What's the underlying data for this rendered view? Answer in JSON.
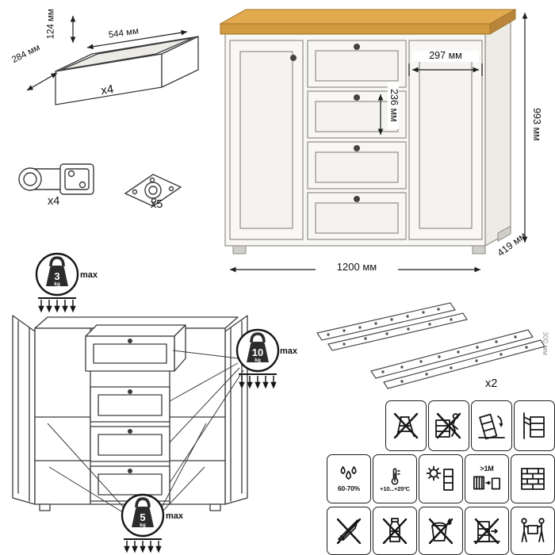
{
  "drawer_box": {
    "count": "x4",
    "height_label": "124 мм",
    "width_label": "544 мм",
    "depth_label": "284 мм"
  },
  "hardware": {
    "hinge_count": "x4",
    "plate_count": "x5",
    "slides_count": "x2",
    "slides_length_label": "300 мм"
  },
  "cabinet": {
    "height_label": "993 мм",
    "width_label": "1200 мм",
    "depth_label": "419 мм",
    "door_width_label": "297 мм",
    "drawer_front_height_label": "236 мм"
  },
  "load_limits": {
    "top": {
      "value": "3",
      "unit": "kg",
      "note": "max"
    },
    "drawers": {
      "value": "10",
      "unit": "kg",
      "note": "max"
    },
    "shelves": {
      "value": "5",
      "unit": "kg",
      "note": "max"
    }
  },
  "care": {
    "humidity": "60-70%",
    "temperature": "+10...+25ºC",
    "heat_distance": ">1M"
  },
  "colors": {
    "wood_top": "#E2A94F",
    "wood_front": "#D49A42",
    "wood_edge": "#B9853B",
    "body_fill": "#F8F7F3",
    "line": "#3A3A3A"
  },
  "icon_names": {
    "row1": [
      "no-standing-icon",
      "no-climbing-icon",
      "tip-over-warning-icon",
      "anchor-to-wall-icon"
    ],
    "row2": [
      "humidity-icon",
      "temperature-icon",
      "avoid-sunlight-icon",
      "heat-distance-icon",
      "ventilation-grid-icon"
    ],
    "row3": [
      "no-sharp-objects-icon",
      "no-solvents-icon",
      "no-wet-cleaning-icon",
      "no-dragging-icon",
      "two-person-lift-icon"
    ]
  }
}
